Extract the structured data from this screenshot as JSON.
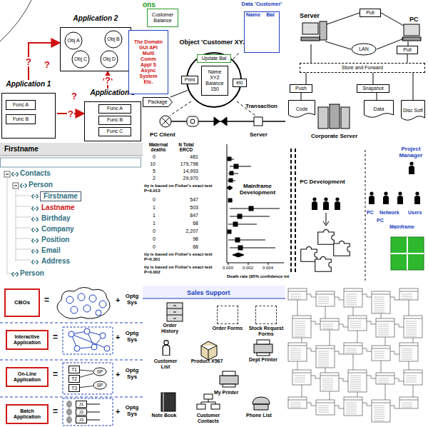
{
  "diagram": {
    "nodes": [
      {
        "text": [
          "Application 2"
        ]
      },
      {
        "text": [
          "Obj A"
        ],
        "in": 0
      },
      {
        "text": [
          "Obj B"
        ],
        "in": 0
      },
      {
        "text": [
          "Obj C"
        ],
        "in": 0
      },
      {
        "text": [
          "Obj D"
        ],
        "in": 0
      },
      {
        "text": [
          "Application 1"
        ]
      },
      {
        "text": [
          "Func A"
        ],
        "in": 5
      },
      {
        "text": [
          "Func B"
        ],
        "in": 5
      },
      {
        "text": [
          "Application 3"
        ]
      },
      {
        "text": [
          "Func A"
        ],
        "in": 8
      },
      {
        "text": [
          "Func B"
        ],
        "in": 8
      },
      {
        "text": [
          "Func C"
        ],
        "in": 8
      },
      {
        "text": [
          "Customer Balance"
        ]
      },
      {
        "text": [
          "The Domain",
          "GUI API",
          "Multi",
          "Comm",
          "Appl S",
          "Async",
          "System",
          "Etc."
        ]
      },
      {
        "text": [
          "Package"
        ]
      },
      {
        "text": [
          "Object  'Customer XYZ'"
        ]
      },
      {
        "text": [
          "Update Bal"
        ],
        "in": 15
      },
      {
        "text": [
          "Print"
        ],
        "in": 15
      },
      {
        "text": [
          "etc"
        ],
        "in": 15
      },
      {
        "text": [
          "Name",
          "XYZ",
          "Balance",
          "150"
        ],
        "in": 15
      },
      {
        "text": [
          "Data 'Customer'",
          "Name",
          "Bal"
        ]
      },
      {
        "text": [
          "Pull"
        ]
      },
      {
        "text": [
          "LAN"
        ]
      },
      {
        "text": [
          "Pull"
        ]
      },
      {
        "text": [
          "Store and Forward"
        ]
      },
      {
        "text": [
          "Push"
        ]
      },
      {
        "text": [
          "Snapshot"
        ]
      },
      {
        "text": [
          "Code"
        ]
      },
      {
        "text": [
          "Data"
        ]
      },
      {
        "text": [
          "Disc Soft"
        ]
      },
      {
        "text": [
          "Firstname"
        ]
      },
      {
        "text": [
          "CBOs"
        ]
      },
      {
        "text": [
          "Interactive Application"
        ]
      },
      {
        "text": [
          "On-Line Application"
        ]
      },
      {
        "text": [
          "T1"
        ]
      },
      {
        "text": [
          "T2"
        ]
      },
      {
        "text": [
          "T3"
        ]
      },
      {
        "text": [
          "SP"
        ]
      },
      {
        "text": [
          "SP"
        ]
      },
      {
        "text": [
          "Batch Application"
        ]
      },
      {
        "text": [
          "J1"
        ]
      },
      {
        "text": [
          "J2"
        ]
      },
      {
        "text": [
          "J3"
        ]
      },
      {
        "text": [
          "Order Forms"
        ]
      },
      {
        "text": [
          "Stock Request Forms"
        ]
      }
    ],
    "edges": [
      {
        "from": 5,
        "to": 0,
        "arrow": "to",
        "label": "?"
      },
      {
        "from": 5,
        "to": 8,
        "arrow": "to",
        "label": "?"
      },
      {
        "from": 8,
        "to": 0,
        "arrow": "to",
        "label": "?"
      },
      {
        "from": 1,
        "to": 2,
        "arrow": "none"
      },
      {
        "from": 1,
        "to": 3,
        "arrow": "none"
      },
      {
        "from": 3,
        "to": 4,
        "arrow": "none"
      },
      {
        "from": 2,
        "to": 4,
        "arrow": "none"
      },
      {
        "from": 1,
        "to": 4,
        "arrow": "none"
      },
      {
        "from": 14,
        "to": 15,
        "arrow": "none"
      },
      {
        "from": 15,
        "to": 20,
        "arrow": "none"
      },
      {
        "from": 24,
        "to": 25,
        "arrow": "none"
      },
      {
        "from": 24,
        "to": 26,
        "arrow": "none"
      },
      {
        "from": 24,
        "to": 23,
        "arrow": "none"
      },
      {
        "from": 24,
        "to": 29,
        "arrow": "none"
      },
      {
        "from": 25,
        "to": 27,
        "arrow": "none"
      },
      {
        "from": 26,
        "to": 28,
        "arrow": "none"
      },
      {
        "from": 34,
        "to": 37,
        "arrow": "none"
      },
      {
        "from": 35,
        "to": 37,
        "arrow": "none"
      },
      {
        "from": 36,
        "to": 38,
        "arrow": "none"
      }
    ],
    "labels": [
      "?",
      "?",
      "ons",
      "Transaction",
      "PC Client",
      "Server",
      "Server",
      "PC",
      "Corporate Server",
      "Firstname",
      "Contacts",
      "Person",
      "Lastname",
      "Birthday",
      "Company",
      "Position",
      "Email",
      "Address",
      "Person",
      "Maternal deaths",
      "N Total ERCD",
      "0",
      "481",
      "10",
      "179,798",
      "5",
      "14,993",
      "2",
      "29,970",
      "ity is based on Fisher's exact text P=0.013",
      "0",
      "547",
      "1",
      "503",
      "1",
      "847",
      "1",
      "68",
      "0",
      "2,207",
      "0",
      "98",
      "0",
      "68",
      "ity is based on Fisher's exact text P=0.301",
      "ity is based on Fisher's exact text P=0.002",
      "0.000",
      "0.002",
      "0.004",
      "Death rate (95% confidence int",
      "Mainframe Development",
      "PC Development",
      "Project Manager",
      "PC",
      "Network",
      "Users",
      "PC",
      "Mainframe",
      "=",
      "+",
      "Optg Sys",
      "=",
      "+",
      "Optg Sys",
      "=",
      "+",
      "Optg Sys",
      "=",
      "+",
      "Optg Sys",
      "Sales Support",
      "Order History",
      "Customer List",
      "Product X567",
      "Dept Printer",
      "My Printer",
      "Note Book",
      "Customer Contacts",
      "Phone List"
    ]
  }
}
